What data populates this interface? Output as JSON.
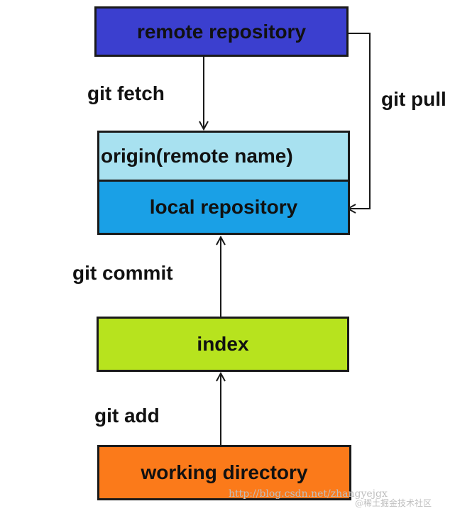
{
  "nodes": {
    "remote": {
      "label": "remote repository",
      "color": "#3b3fcf"
    },
    "origin": {
      "label": "origin(remote name)",
      "color": "#a8e1f0"
    },
    "local": {
      "label": "local repository",
      "color": "#1aa0e6"
    },
    "index": {
      "label": "index",
      "color": "#b7e31e"
    },
    "working": {
      "label": "working directory",
      "color": "#fb7a1a"
    }
  },
  "edges": {
    "fetch": {
      "label": "git fetch",
      "from": "remote repository",
      "to": "origin(remote name)"
    },
    "pull": {
      "label": "git pull",
      "from": "remote repository",
      "to": "local repository"
    },
    "commit": {
      "label": "git commit",
      "from": "index",
      "to": "local repository"
    },
    "add": {
      "label": "git add",
      "from": "working directory",
      "to": "index"
    }
  },
  "watermark": {
    "url": "http://blog.csdn.net/zhangyejgx",
    "site": "@稀土掘金技术社区"
  }
}
